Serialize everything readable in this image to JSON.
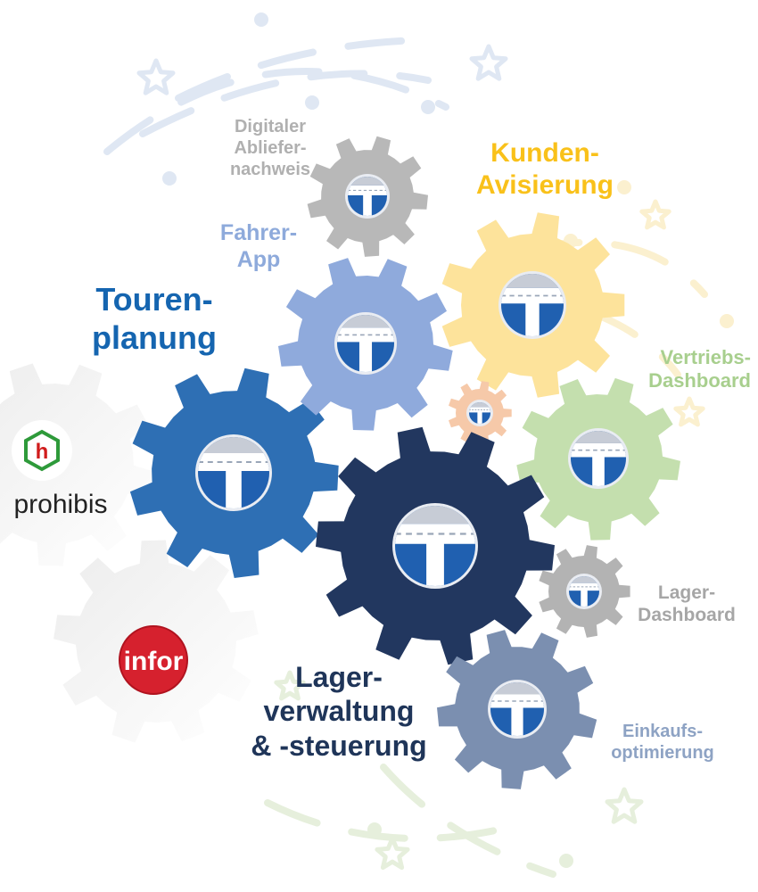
{
  "colors": {
    "tourenplanung": "#2e6fb4",
    "fahrer_app": "#8faadc",
    "digitaler_abliefernachweis": "#b8b8b8",
    "kunden_avisierung": "#fde39b",
    "vertriebs_dashboard": "#c4dfae",
    "lagerverwaltung": "#22375f",
    "lager_dashboard": "#b3b3b3",
    "einkaufsoptimierung": "#7b8fb0",
    "small_gear": "#f6c9a9",
    "partner_gear": "#dcdcdc",
    "icon_blue": "#2060b0"
  },
  "modules": {
    "tourenplanung": {
      "line1": "Touren-",
      "line2": "planung",
      "color": "#1565b0"
    },
    "fahrer_app": {
      "line1": "Fahrer-",
      "line2": "App",
      "color": "#8eaadb"
    },
    "digitaler_abliefernachweis": {
      "line1": "Digitaler",
      "line2": "Abliefer-",
      "line3": "nachweis",
      "color": "#b0b0b0"
    },
    "kunden_avisierung": {
      "line1": "Kunden-",
      "line2": "Avisierung",
      "color": "#f9c11a"
    },
    "vertriebs_dashboard": {
      "line1": "Vertriebs-",
      "line2": "Dashboard",
      "color": "#a8cf8e"
    },
    "lagerverwaltung": {
      "line1": "Lager-",
      "line2": "verwaltung",
      "line3": "& -steuerung",
      "color": "#1f3559"
    },
    "lager_dashboard": {
      "line1": "Lager-",
      "line2": "Dashboard",
      "color": "#a6a6a6"
    },
    "einkaufsoptimierung": {
      "line1": "Einkaufs-",
      "line2": "optimierung",
      "color": "#8ea3c4"
    }
  },
  "partners": {
    "prohibis": {
      "logo_letter": "h",
      "name": "prohibis"
    },
    "infor": {
      "name": "infor"
    }
  }
}
